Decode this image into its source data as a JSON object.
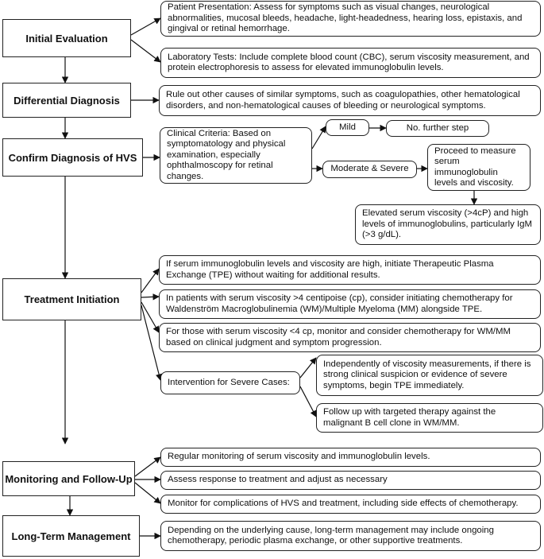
{
  "stages": {
    "initial": "Initial Evaluation",
    "differential": "Differential Diagnosis",
    "confirm": "Confirm Diagnosis of HVS",
    "treatment": "Treatment Initiation",
    "monitoring": "Monitoring and Follow-Up",
    "longterm": "Long-Term Management"
  },
  "notes": {
    "patient_presentation": "Patient Presentation: Assess for symptoms such as visual changes, neurological abnormalities, mucosal bleeds, headache, light-headedness, hearing loss, epistaxis, and gingival or retinal hemorrhage.",
    "lab_tests": "Laboratory Tests: Include complete blood count (CBC), serum viscosity measurement, and protein electrophoresis to assess for elevated immunoglobulin levels.",
    "rule_out": "Rule out other causes of similar symptoms, such as coagulopathies, other hematological disorders, and non-hematological causes of bleeding or neurological symptoms.",
    "clinical_criteria": "Clinical Criteria: Based on symptomatology and physical examination, especially ophthalmoscopy for retinal changes.",
    "mild": "Mild",
    "no_further": "No. further step",
    "moderate_severe": "Moderate & Severe",
    "proceed_measure": "Proceed to measure serum immunoglobulin levels and viscosity.",
    "elevated_viscosity": "Elevated serum viscosity (>4cP) and high levels of immunoglobulins, particularly IgM (>3 g/dL).",
    "tpe_high": "If serum immunoglobulin levels and viscosity are high, initiate Therapeutic Plasma Exchange (TPE) without waiting for additional results.",
    "chemo_gt4": "In patients with serum viscosity >4 centipoise (cp), consider initiating chemotherapy for Waldenström Macroglobulinemia (WM)/Multiple Myeloma (MM) alongside TPE.",
    "chemo_lt4": "For those with serum viscosity <4 cp, monitor and consider chemotherapy for WM/MM based on clinical judgment and symptom progression.",
    "severe_cases": "Intervention for Severe Cases:",
    "independent_tpe": "Independently of viscosity measurements, if there is strong clinical suspicion or evidence of severe symptoms, begin TPE immediately.",
    "targeted_therapy": "Follow up with targeted therapy against the malignant B cell clone in WM/MM.",
    "regular_monitoring": "Regular monitoring of serum viscosity and immunoglobulin levels.",
    "assess_response": "Assess response to treatment and adjust as necessary",
    "monitor_complications": "Monitor for complications of HVS and treatment, including side effects of chemotherapy.",
    "longterm_note": "Depending on the underlying cause, long-term management may include ongoing chemotherapy, periodic plasma exchange, or other supportive treatments."
  }
}
